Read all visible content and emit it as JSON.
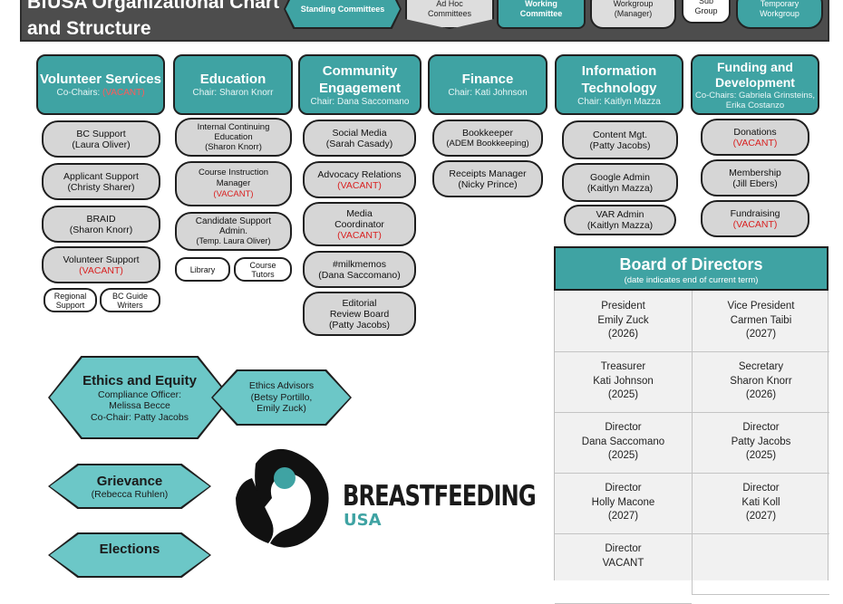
{
  "header": {
    "title_line1": "BfUSA Organizational Chart",
    "title_line2": "and Structure",
    "legend": [
      "Standing Committees",
      "Ad Hoc Committees",
      "Working Committee",
      "Workgroup (Manager)",
      "Sub Group",
      "Temporary Workgroup"
    ]
  },
  "departments": [
    {
      "name": "Volunteer Services",
      "chair_prefix": "Co-Chairs: ",
      "chair": "(VACANT)",
      "chair_vacant": true,
      "items": [
        {
          "line1": "BC Support",
          "line2": "(Laura Oliver)"
        },
        {
          "line1": "Applicant Support",
          "line2": "(Christy Sharer)"
        },
        {
          "line1": "BRAID",
          "line2": "(Sharon Knorr)"
        },
        {
          "line1": "Volunteer Support",
          "line2": "(VACANT)"
        }
      ],
      "subgroups": [
        "Regional Support",
        "BC Guide Writers"
      ]
    },
    {
      "name": "Education",
      "chair_prefix": "Chair: ",
      "chair": "Sharon Knorr",
      "items": [
        {
          "line1": "Internal Continuing Education",
          "line2": "(Sharon Knorr)"
        },
        {
          "line1": "Course Instruction Manager",
          "line2": "(VACANT)"
        },
        {
          "line1": "Candidate Support Admin.",
          "line2": "(Temp. Laura Oliver)"
        }
      ],
      "subgroups": [
        "Library",
        "Course Tutors"
      ]
    },
    {
      "name": "Community Engagement",
      "chair_prefix": "Chair: ",
      "chair": "Dana Saccomano",
      "items": [
        {
          "line1": "Social Media",
          "line2": "(Sarah Casady)"
        },
        {
          "line1": "Advocacy Relations",
          "line2": "(VACANT)"
        },
        {
          "line1": "Media Coordinator",
          "line2": "(VACANT)"
        },
        {
          "line1": "#milkmemos",
          "line2": "(Dana Saccomano)"
        },
        {
          "line1": "Editorial Review Board",
          "line2": "(Patty Jacobs)"
        }
      ]
    },
    {
      "name": "Finance",
      "chair_prefix": "Chair: ",
      "chair": "Kati Johnson",
      "items": [
        {
          "line1": "Bookkeeper",
          "line2": "(ADEM Bookkeeping)"
        },
        {
          "line1": "Receipts Manager",
          "line2": "(Nicky Prince)"
        }
      ]
    },
    {
      "name": "Information Technology",
      "chair_prefix": "Chair: ",
      "chair": "Kaitlyn Mazza",
      "items": [
        {
          "line1": "Content Mgt.",
          "line2": "(Patty Jacobs)"
        },
        {
          "line1": "Google Admin",
          "line2": "(Kaitlyn Mazza)"
        },
        {
          "line1": "VAR Admin",
          "line2": "(Kaitlyn Mazza)"
        }
      ]
    },
    {
      "name": "Funding and Development",
      "chair_prefix": "Co-Chairs: ",
      "chair": "Gabriela Grinsteins, Erika Costanzo",
      "items": [
        {
          "line1": "Donations",
          "line2": "(VACANT)"
        },
        {
          "line1": "Membership",
          "line2": "(Jill Ebers)"
        },
        {
          "line1": "Fundraising",
          "line2": "(VACANT)"
        }
      ]
    }
  ],
  "committees": {
    "ethics": {
      "name": "Ethics and Equity",
      "line1": "Compliance Officer:",
      "line2": "Melissa Becce",
      "line3": "Co-Chair: Patty Jacobs"
    },
    "ethics_advisors": {
      "line1": "Ethics Advisors",
      "line2": "(Betsy Portillo,",
      "line3": "Emily Zuck)"
    },
    "grievance": {
      "name": "Grievance",
      "line1": "(Rebecca Ruhlen)"
    },
    "elections": {
      "name": "Elections"
    }
  },
  "logo": {
    "word1": "BREASTFEEDING",
    "word2": "USA"
  },
  "board": {
    "title": "Board of Directors",
    "subtitle": "(date indicates end of current term)",
    "members": [
      {
        "role": "President",
        "name": "Emily Zuck",
        "term": "(2026)"
      },
      {
        "role": "Vice President",
        "name": "Carmen Taibi",
        "term": "(2027)"
      },
      {
        "role": "Treasurer",
        "name": "Kati Johnson",
        "term": "(2025)"
      },
      {
        "role": "Secretary",
        "name": "Sharon Knorr",
        "term": "(2026)"
      },
      {
        "role": "Director",
        "name": "Dana Saccomano",
        "term": "(2025)"
      },
      {
        "role": "Director",
        "name": "Patty Jacobs",
        "term": "(2025)"
      },
      {
        "role": "Director",
        "name": "Holly Macone",
        "term": "(2027)"
      },
      {
        "role": "Director",
        "name": "Kati Koll",
        "term": "(2027)"
      },
      {
        "role": "Director",
        "name": "VACANT",
        "term": ""
      }
    ]
  },
  "colors": {
    "teal": "#3fa3a3",
    "light_teal": "#6cc7c7",
    "vacant": "#d92121",
    "header": "#4d4d4d"
  }
}
